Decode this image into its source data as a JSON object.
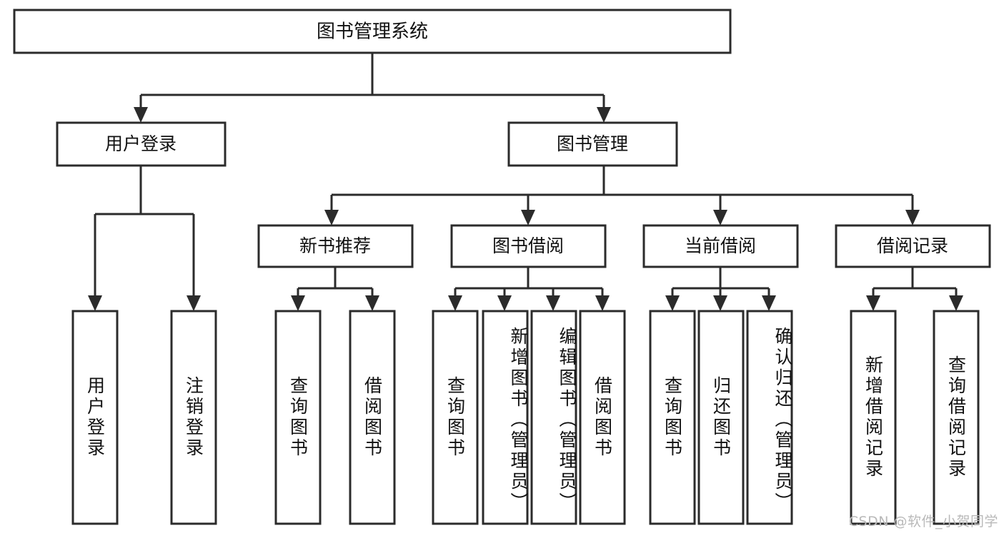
{
  "diagram": {
    "type": "hierarchy-tree",
    "title": "图书管理系统",
    "watermark": "CSDN @软件_小贺同学",
    "colors": {
      "box_stroke": "#2b2b2b",
      "box_fill": "#ffffff",
      "text": "#111111",
      "connector": "#2b2b2b",
      "background": "#ffffff",
      "watermark": "#b9b9b9"
    },
    "levels": {
      "root": {
        "label": "图书管理系统"
      },
      "level1": [
        {
          "label": "用户登录"
        },
        {
          "label": "图书管理"
        }
      ],
      "level2": [
        {
          "label": "新书推荐"
        },
        {
          "label": "图书借阅"
        },
        {
          "label": "当前借阅"
        },
        {
          "label": "借阅记录"
        }
      ],
      "leaves": {
        "user_login": [
          {
            "label": "用户登录"
          },
          {
            "label": "注销登录"
          }
        ],
        "new_book_recommend": [
          {
            "label": "查询图书"
          },
          {
            "label": "借阅图书"
          }
        ],
        "book_borrow": [
          {
            "label": "查询图书"
          },
          {
            "label": "新增图书（管理员）"
          },
          {
            "label": "编辑图书（管理员）"
          },
          {
            "label": "借阅图书"
          }
        ],
        "current_borrow": [
          {
            "label": "查询图书"
          },
          {
            "label": "归还图书"
          },
          {
            "label": "确认归还（管理员）"
          }
        ],
        "borrow_record": [
          {
            "label": "新增借阅记录"
          },
          {
            "label": "查询借阅记录"
          }
        ]
      }
    }
  }
}
